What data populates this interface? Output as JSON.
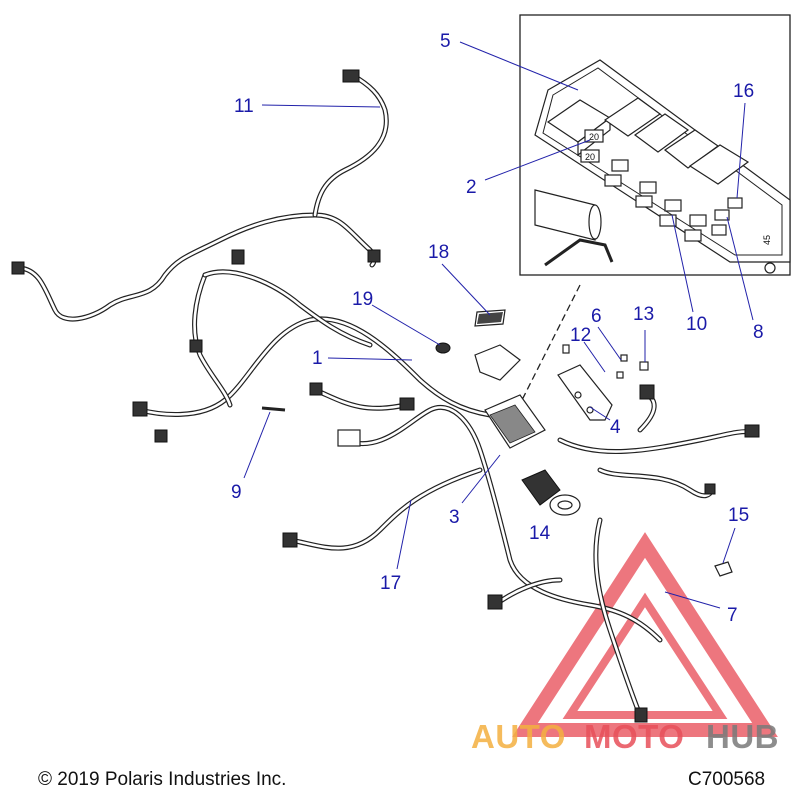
{
  "callouts": [
    {
      "id": "c1",
      "text": "1"
    },
    {
      "id": "c2",
      "text": "2"
    },
    {
      "id": "c3",
      "text": "3"
    },
    {
      "id": "c4",
      "text": "4"
    },
    {
      "id": "c5",
      "text": "5"
    },
    {
      "id": "c6",
      "text": "6"
    },
    {
      "id": "c7",
      "text": "7"
    },
    {
      "id": "c8",
      "text": "8"
    },
    {
      "id": "c9",
      "text": "9"
    },
    {
      "id": "c10",
      "text": "10"
    },
    {
      "id": "c11",
      "text": "11"
    },
    {
      "id": "c12",
      "text": "12"
    },
    {
      "id": "c13",
      "text": "13"
    },
    {
      "id": "c14",
      "text": "14"
    },
    {
      "id": "c15",
      "text": "15"
    },
    {
      "id": "c16",
      "text": "16"
    },
    {
      "id": "c17",
      "text": "17"
    },
    {
      "id": "c18",
      "text": "18"
    },
    {
      "id": "c19",
      "text": "19"
    }
  ],
  "fusebox_labels": {
    "fuse_a": "20",
    "fuse_b": "20",
    "corner": "45"
  },
  "footer": {
    "copyright": "© 2019 Polaris Industries Inc.",
    "code": "C700568"
  },
  "watermark": {
    "part1": "AUTO",
    "part2": "MOTO",
    "part3": "HUB",
    "color_orange": "#f4b040",
    "color_red": "#e8505a",
    "color_gray": "#7a7a7a"
  }
}
